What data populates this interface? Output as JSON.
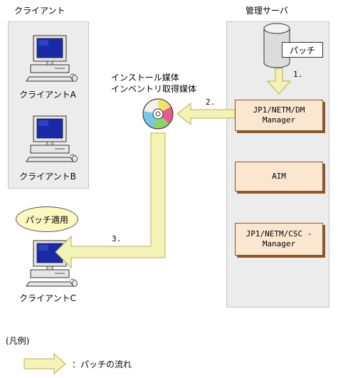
{
  "headers": {
    "client": "クライアント",
    "server": "管理サーバ"
  },
  "clients": [
    "クライアントA",
    "クライアントB",
    "クライアントC"
  ],
  "patch_db_label": "パッチ",
  "media_label_1": "インストール媒体",
  "media_label_2": "インベントリ取得媒体",
  "servers": {
    "dm": [
      "JP1/NETM/DM",
      "Manager"
    ],
    "aim": "AIM",
    "csc": [
      "JP1/NETM/CSC -",
      "Manager"
    ]
  },
  "steps": [
    "1.",
    "2.",
    "3."
  ],
  "bubble": "パッチ適用",
  "legend": {
    "title": "(凡例)",
    "item": "：パッチの流れ"
  },
  "colors": {
    "arrow_fill": "#f4f3b6",
    "arrow_stroke": "#b7ac5a",
    "box_fill": "#fbe7d0",
    "panel": "#ececec"
  }
}
